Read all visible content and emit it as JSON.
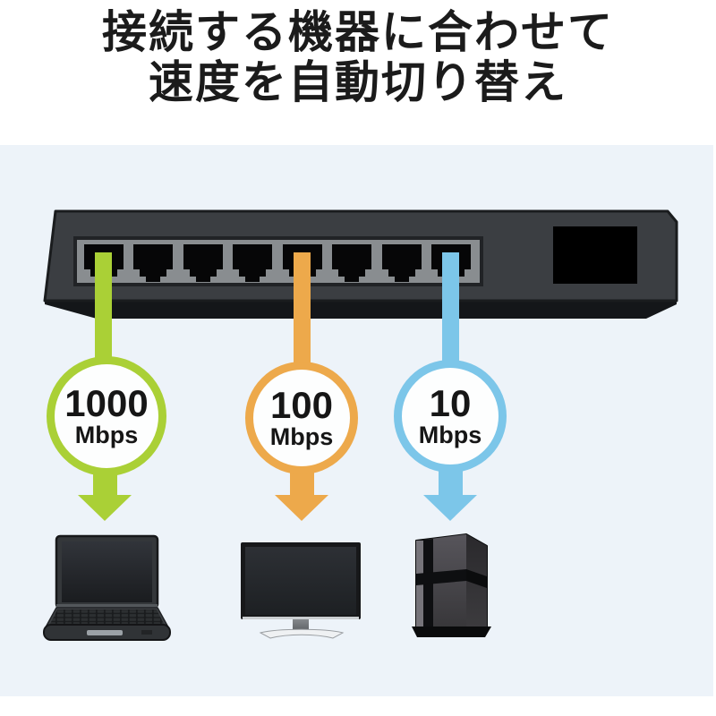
{
  "title": {
    "line1": "接続する機器に合わせて",
    "line2": "速度を自動切り替え"
  },
  "switch": {
    "port_count": 8,
    "body_color": "#3b3e42",
    "port_panel_color": "#898d90"
  },
  "speeds": [
    {
      "value": "1000",
      "unit": "Mbps",
      "color": "#aad036",
      "port_index": 1,
      "device": "laptop"
    },
    {
      "value": "100",
      "unit": "Mbps",
      "color": "#eda94b",
      "port_index": 5,
      "device": "desktop-monitor"
    },
    {
      "value": "10",
      "unit": "Mbps",
      "color": "#7cc6e9",
      "port_index": 8,
      "device": "game-console"
    }
  ],
  "colors": {
    "page_background": "#ffffff",
    "panel_background": "#edf3f9",
    "title_text": "#1b1b1b"
  }
}
